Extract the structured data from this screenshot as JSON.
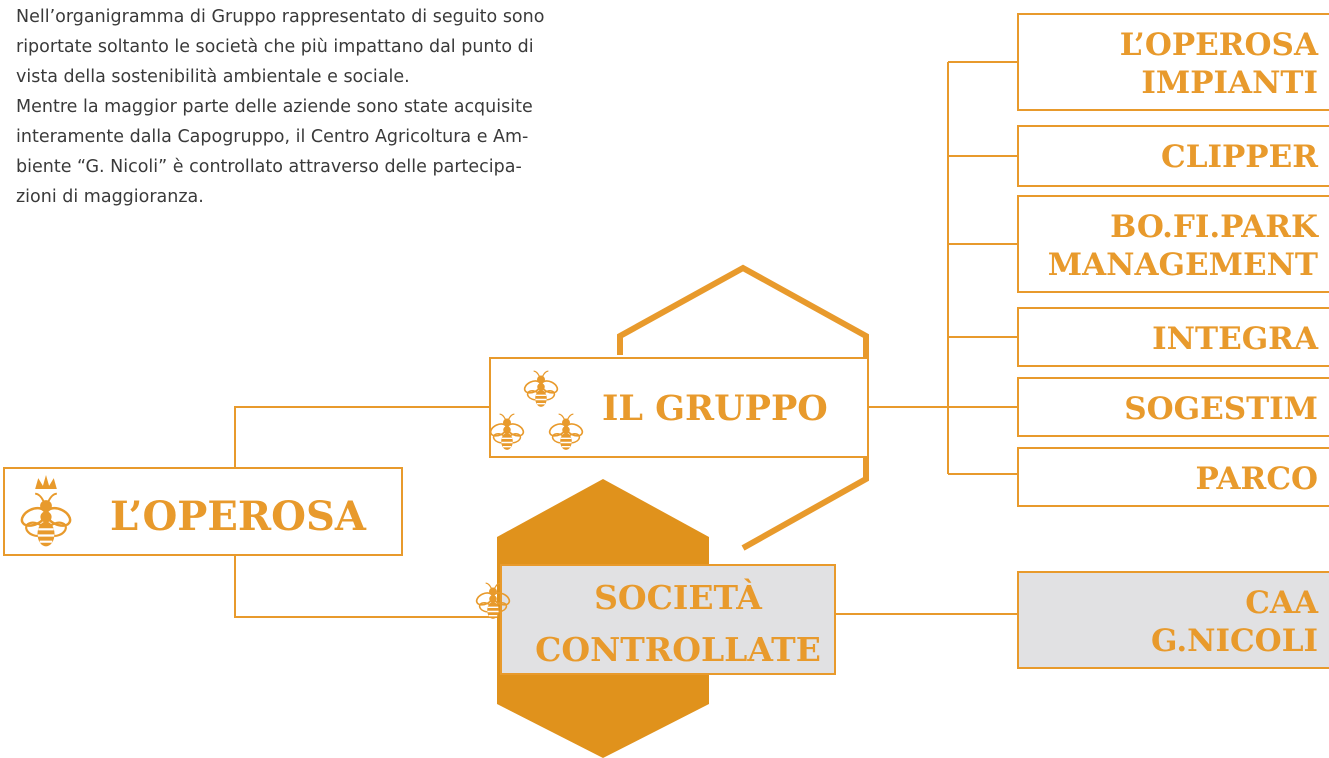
{
  "intro": {
    "lines": [
      "Nell’organigramma di Gruppo rappresentato di seguito sono",
      "riportate soltanto le società che più impattano dal punto di",
      "vista della sostenibilità ambientale e sociale.",
      "Mentre la maggior parte delle aziende sono state acquisite",
      "interamente dalla Capogruppo, il Centro Agricoltura e Am-",
      "biente “G. Nicoli” è controllato attraverso delle partecipa-",
      "zioni di maggioranza."
    ]
  },
  "parent": {
    "name": "L’OPEROSA"
  },
  "group": {
    "name": "IL GRUPPO"
  },
  "subsidiaries_label": {
    "line1": "SOCIETÀ",
    "line2": "CONTROLLATE"
  },
  "group_companies": [
    {
      "line1": "L’OPEROSA",
      "line2": "IMPIANTI"
    },
    {
      "line1": "CLIPPER",
      "line2": ""
    },
    {
      "line1": "BO.FI.PARK",
      "line2": "MANAGEMENT"
    },
    {
      "line1": "INTEGRA",
      "line2": ""
    },
    {
      "line1": "SOGESTIM",
      "line2": ""
    },
    {
      "line1": "PARCO",
      "line2": ""
    }
  ],
  "controlled_companies": [
    {
      "line1": "CAA",
      "line2": "G.NICOLI"
    }
  ],
  "colors": {
    "orange": "#E89A2C",
    "orange_dark": "#E0921C",
    "grey_box": "#E1E1E3",
    "text": "#3A3A3A"
  },
  "icons": [
    "queen-bee-icon",
    "bee-icon"
  ]
}
